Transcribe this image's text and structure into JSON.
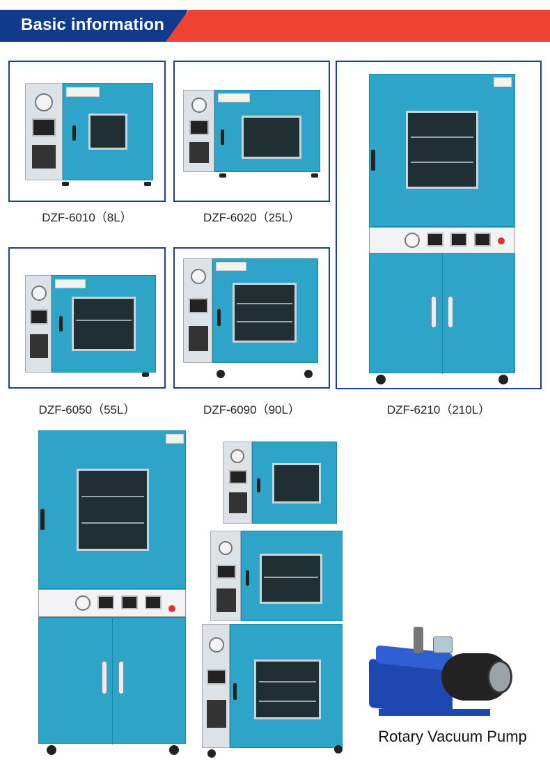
{
  "header": {
    "title": "Basic information",
    "colors": {
      "blue": "#113a8c",
      "red": "#ee4232"
    }
  },
  "products": [
    {
      "model": "DZF-6010",
      "volume": "（8L）"
    },
    {
      "model": "DZF-6020",
      "volume": "（25L）"
    },
    {
      "model": "DZF-6050",
      "volume": "（55L）"
    },
    {
      "model": "DZF-6090",
      "volume": "（90L）"
    },
    {
      "model": "DZF-6210",
      "volume": "（210L）"
    }
  ],
  "pump": {
    "label": "Rotary Vacuum Pump"
  },
  "icons": [
    "vacuum-oven-image",
    "vacuum-pump-image"
  ]
}
